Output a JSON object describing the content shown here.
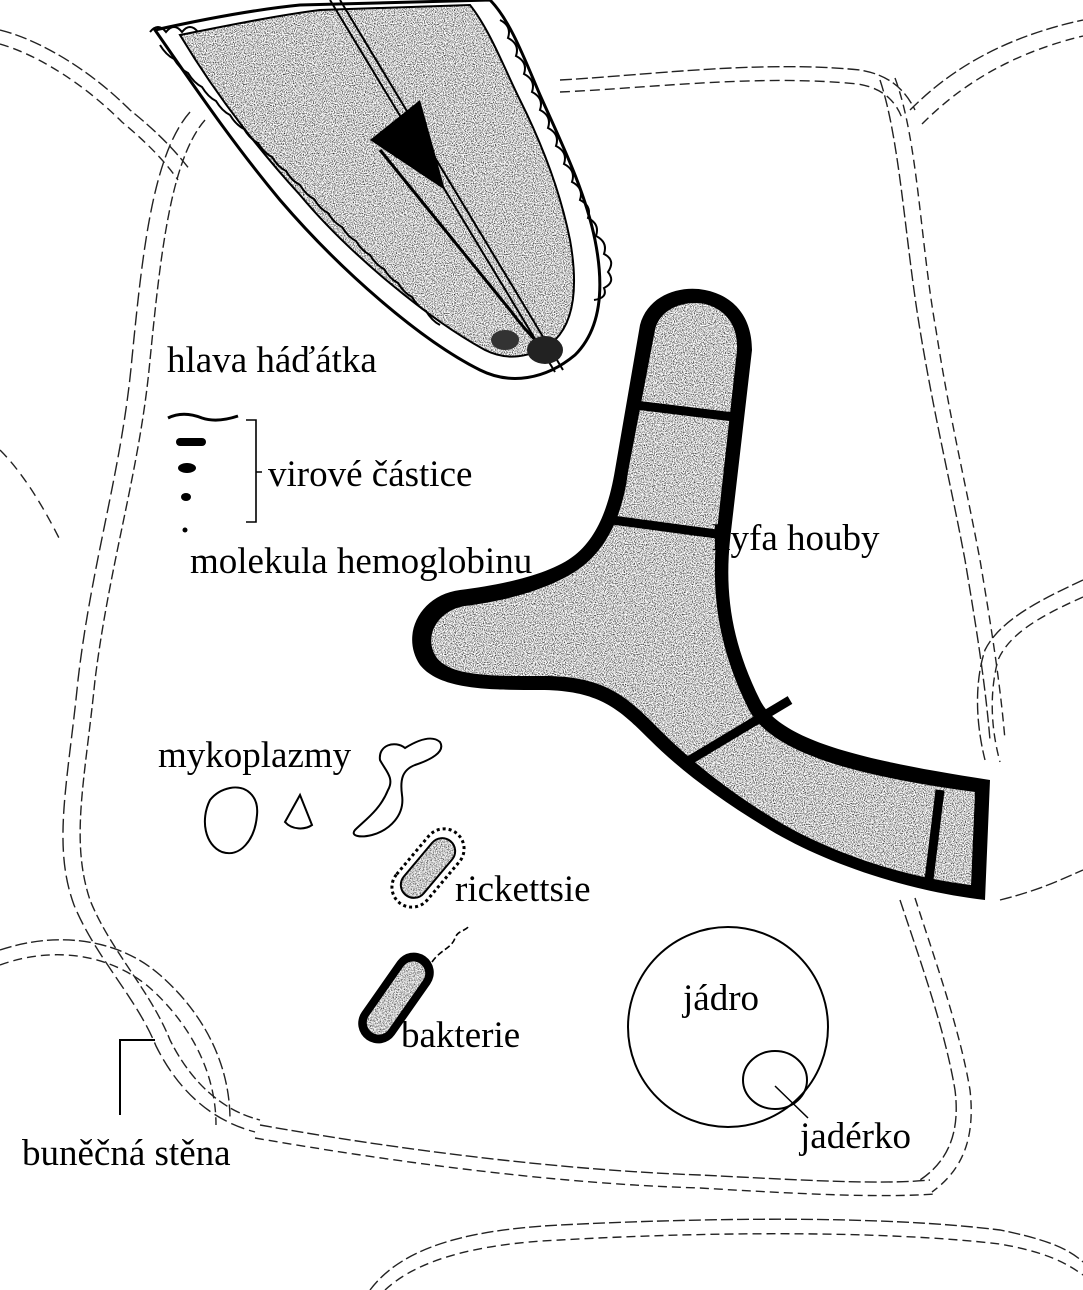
{
  "labels": {
    "nematode_head": "hlava háďátka",
    "virus_particles": "virové částice",
    "hemoglobin_molecule": "molekula hemoglobinu",
    "fungal_hypha": "hyfa houby",
    "mycoplasmas": "mykoplazmy",
    "rickettsiae": "rickettsie",
    "bacteria": "bakterie",
    "nucleus": "jádro",
    "nucleolus": "jadérko",
    "cell_wall": "buněčná stěna"
  }
}
